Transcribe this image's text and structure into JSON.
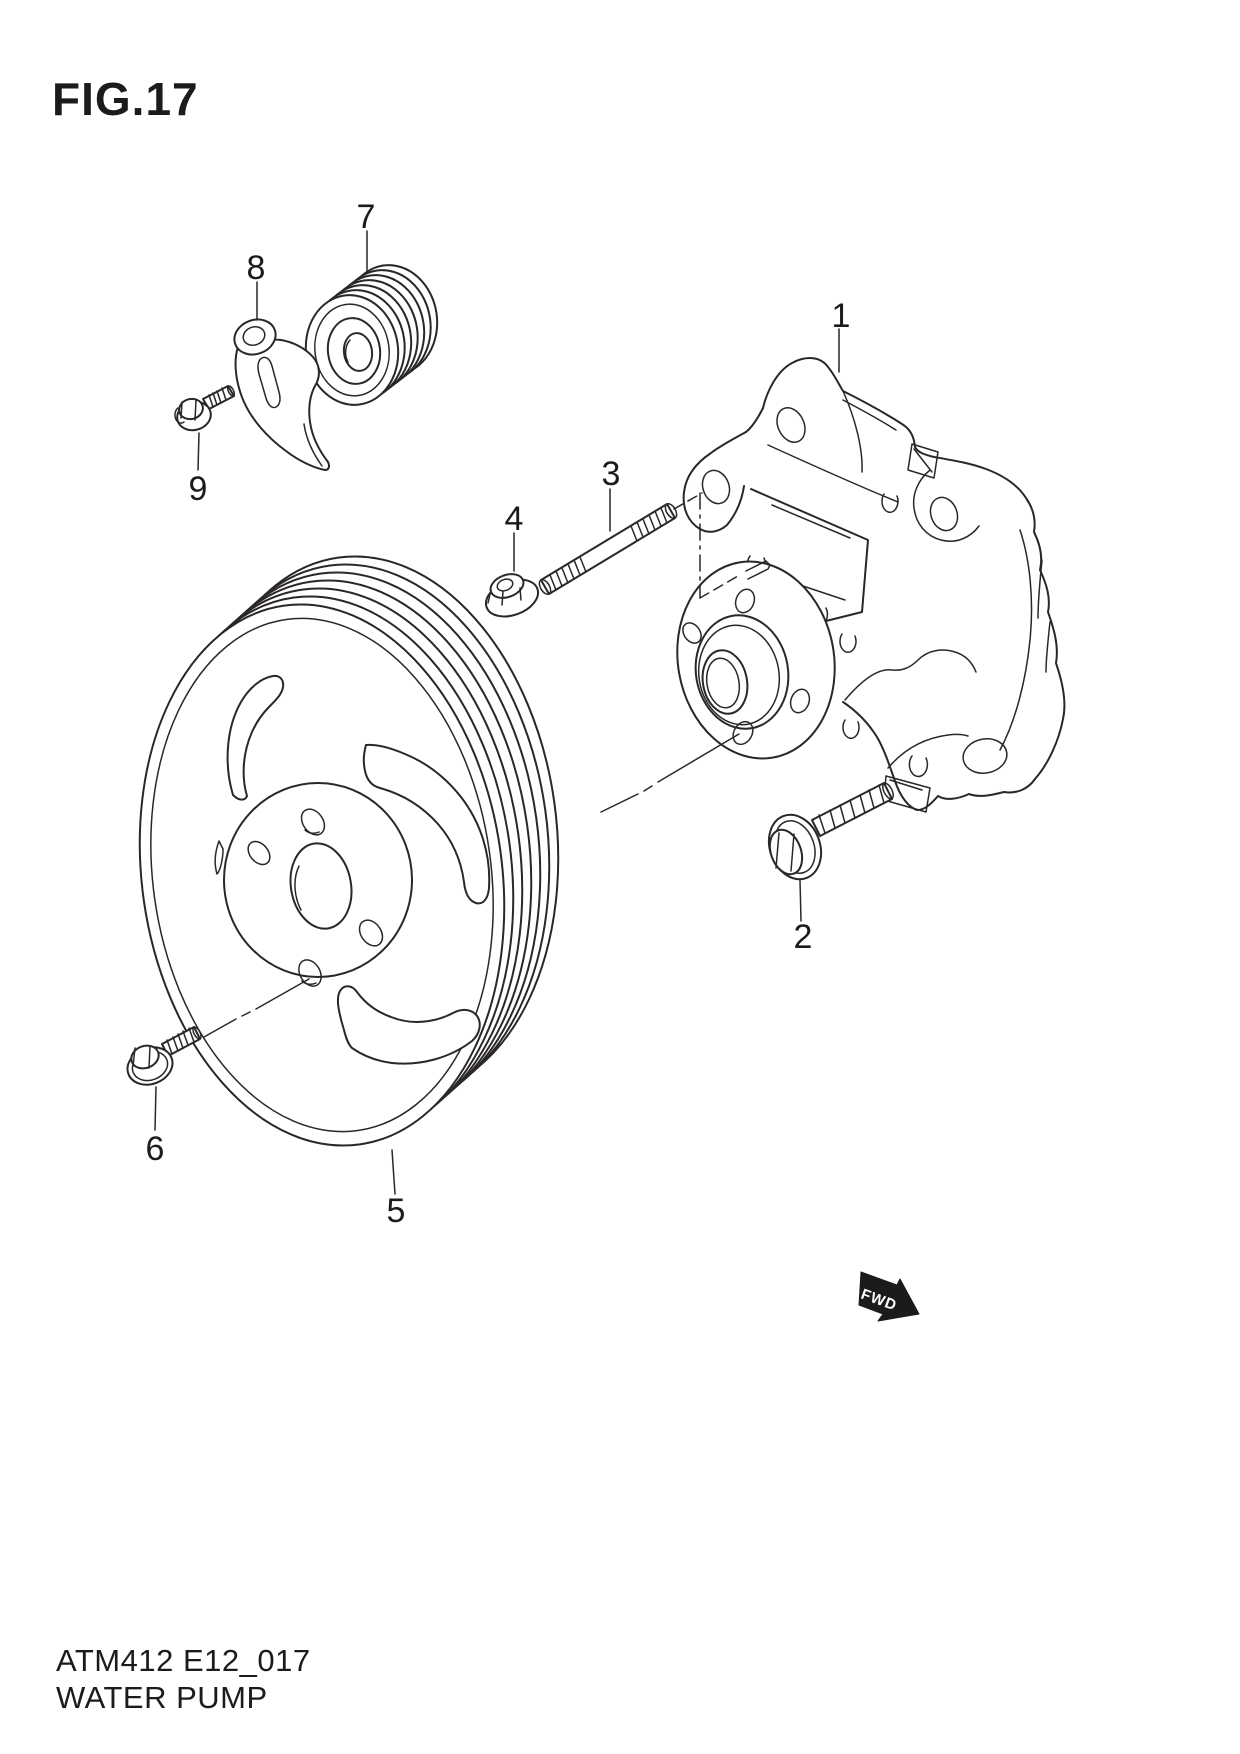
{
  "figure": {
    "title": "FIG.17"
  },
  "diagram": {
    "type": "exploded-parts-line-drawing",
    "direction_marker": "FWD",
    "callouts": [
      {
        "label": "1"
      },
      {
        "label": "2"
      },
      {
        "label": "3"
      },
      {
        "label": "4"
      },
      {
        "label": "5"
      },
      {
        "label": "6"
      },
      {
        "label": "7"
      },
      {
        "label": "8"
      },
      {
        "label": "9"
      }
    ]
  },
  "footer": {
    "code": "ATM412 E12_017",
    "caption": "WATER PUMP"
  },
  "colors": {
    "background": "#ffffff",
    "line": "#2b2729",
    "marker_fill": "#1c1a1b",
    "marker_text": "#ffffff"
  }
}
